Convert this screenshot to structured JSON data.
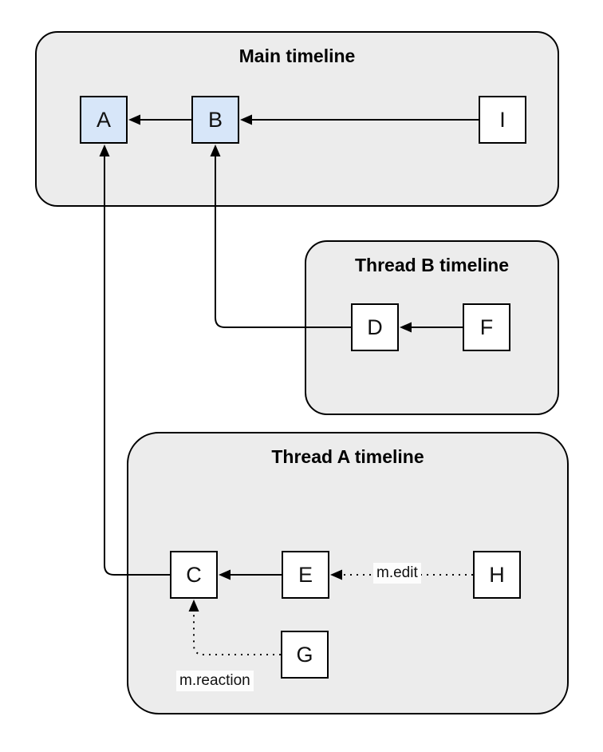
{
  "diagram": {
    "containers": {
      "main": {
        "title": "Main timeline"
      },
      "thread_b": {
        "title": "Thread B timeline"
      },
      "thread_a": {
        "title": "Thread A timeline"
      }
    },
    "nodes": {
      "A": {
        "label": "A",
        "container": "main",
        "highlighted": true
      },
      "B": {
        "label": "B",
        "container": "main",
        "highlighted": true
      },
      "I": {
        "label": "I",
        "container": "main",
        "highlighted": false
      },
      "D": {
        "label": "D",
        "container": "thread_b",
        "highlighted": false
      },
      "F": {
        "label": "F",
        "container": "thread_b",
        "highlighted": false
      },
      "C": {
        "label": "C",
        "container": "thread_a",
        "highlighted": false
      },
      "E": {
        "label": "E",
        "container": "thread_a",
        "highlighted": false
      },
      "H": {
        "label": "H",
        "container": "thread_a",
        "highlighted": false
      },
      "G": {
        "label": "G",
        "container": "thread_a",
        "highlighted": false
      }
    },
    "edges": [
      {
        "from": "B",
        "to": "A",
        "style": "solid",
        "label": ""
      },
      {
        "from": "I",
        "to": "B",
        "style": "solid",
        "label": ""
      },
      {
        "from": "F",
        "to": "D",
        "style": "solid",
        "label": ""
      },
      {
        "from": "D",
        "to": "B",
        "style": "solid",
        "label": ""
      },
      {
        "from": "E",
        "to": "C",
        "style": "solid",
        "label": ""
      },
      {
        "from": "C",
        "to": "A",
        "style": "solid",
        "label": ""
      },
      {
        "from": "H",
        "to": "E",
        "style": "dotted",
        "label": "m.edit"
      },
      {
        "from": "G",
        "to": "C",
        "style": "dotted",
        "label": "m.reaction"
      }
    ],
    "colors": {
      "container_fill": "#ececec",
      "container_stroke": "#000000",
      "node_fill": "#ffffff",
      "node_fill_highlighted": "#d7e6f9",
      "node_stroke": "#000000",
      "edge_stroke": "#000000",
      "background": "#ffffff"
    }
  }
}
